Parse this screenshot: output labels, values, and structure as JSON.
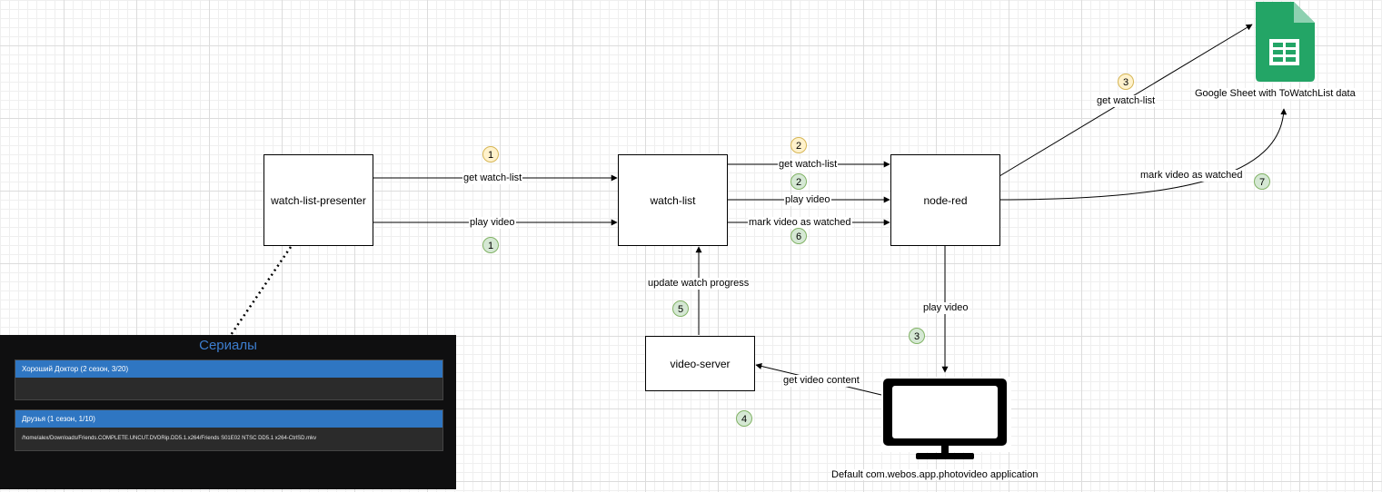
{
  "nodes": {
    "presenter": "watch-list-presenter",
    "watch_list": "watch-list",
    "node_red": "node-red",
    "video_server": "video-server"
  },
  "captions": {
    "google_sheet": "Google Sheet with ToWatchList data",
    "tv_app": "Default com.webos.app.photovideo application"
  },
  "edges": {
    "presenter_get": "get watch-list",
    "presenter_play": "play video",
    "wl_get": "get watch-list",
    "wl_play": "play video",
    "wl_mark": "mark video as watched",
    "nr_sheet_get": "get watch-list",
    "nr_sheet_mark": "mark video as watched",
    "nr_tv_play": "play video",
    "tv_vs_content": "get video content",
    "vs_wl_progress": "update watch progress"
  },
  "badges": {
    "b1_yellow": "1",
    "b1_green": "1",
    "b2_yellow": "2",
    "b2_green": "2",
    "b6_green": "6",
    "b3_yellow": "3",
    "b7_green": "7",
    "b3_green": "3",
    "b4_green": "4",
    "b5_green": "5"
  },
  "tv_screen": {
    "title": "Сериалы",
    "series": [
      {
        "header": "Хороший Доктор (2 сезон, 3/20)",
        "body": ""
      },
      {
        "header": "Друзья (1 сезон, 1/10)",
        "body": "/home/alex/Downloads/Friends.COMPLETE.UNCUT.DVDRip.DD5.1.x264/Friends S01E02 NTSC DD5.1 x264-CtrlSD.mkv"
      }
    ]
  },
  "colors": {
    "sheet_green": "#23a566",
    "sheet_fold": "#8ed1b1",
    "tv_accent": "#3d7ecf",
    "series_header": "#2f76c2"
  },
  "icons": {
    "sheet": "google-sheets-icon",
    "tv": "tv-monitor-icon"
  }
}
